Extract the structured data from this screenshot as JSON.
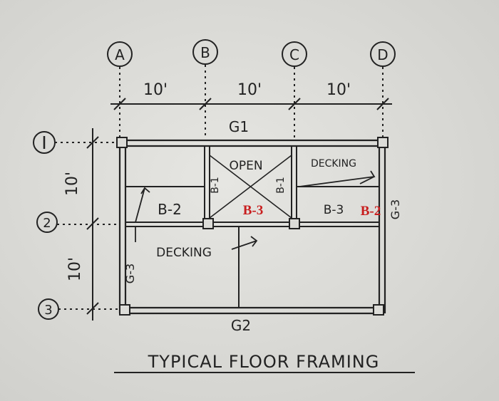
{
  "title": "TYPICAL FLOOR FRAMING",
  "grid": {
    "columns": [
      "A",
      "B",
      "C",
      "D"
    ],
    "rows": [
      "1",
      "2",
      "3"
    ],
    "column_spacings": [
      "10'",
      "10'",
      "10'"
    ],
    "row_spacings": [
      "10'",
      "10'"
    ]
  },
  "members": {
    "g1": "G1",
    "g2": "G2",
    "g3_left": "G-3",
    "g3_right": "G-3",
    "b1_left": "B-1",
    "b1_right": "B-1",
    "b2": "B-2",
    "b3_hand": "B-3"
  },
  "areas": {
    "open": "OPEN",
    "decking_top": "DECKING",
    "decking_bottom": "DECKING"
  },
  "annotations": {
    "b3_red": "B-3",
    "b2_red": "B-2"
  },
  "colors": {
    "paper": "#dcdcd8",
    "ink": "#222222",
    "red_annotation": "#c81e1e"
  }
}
